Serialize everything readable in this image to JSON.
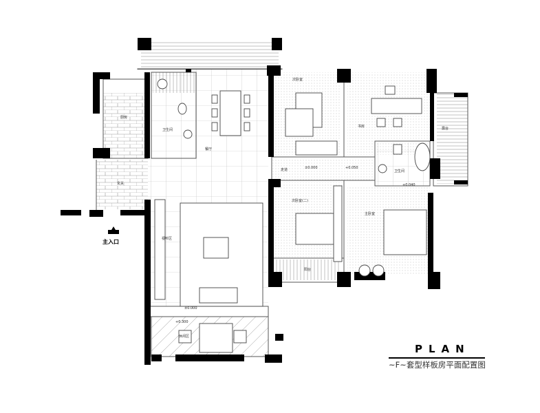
{
  "title": "PLAN",
  "subtitle": "~F~套型样板房平面配置图",
  "rooms": {
    "kitchen": "厨房",
    "bathroom_1": "卫生间",
    "dining": "餐厅",
    "foyer": "玄关",
    "living": "视听区",
    "leisure": "休闲区",
    "bedroom_2": "次卧室",
    "study": "书房",
    "corridor": "走道",
    "bathroom_2": "卫生间",
    "terrace": "露台",
    "bedroom_3": "次卧室(二)",
    "master_bedroom": "主卧室",
    "balcony": "阳台"
  },
  "main_entrance": "主入口",
  "levels": {
    "living": "±0.000",
    "corridor_a": "±0.000",
    "corridor_b": "+0.050",
    "bathroom_2": "+0.040",
    "leisure": "+0.300"
  }
}
